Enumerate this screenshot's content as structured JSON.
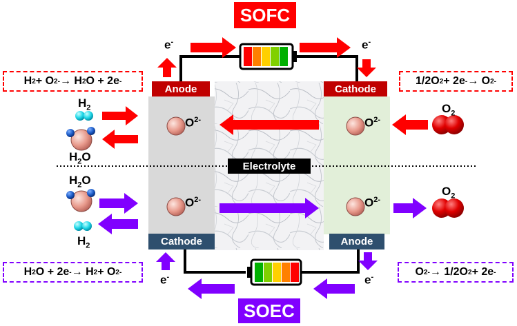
{
  "top": {
    "mode_title": "SOFC",
    "anode_label": "Anode",
    "cathode_label": "Cathode",
    "left_electron": "e",
    "right_electron": "e",
    "eq_left": {
      "a": "H",
      "b": "2",
      "c": " + O",
      "d": "2-",
      "e": " → H",
      "f": "2",
      "g": "O + 2e",
      "h": "-"
    },
    "eq_right": {
      "a": "1/2O",
      "b": "2",
      "c": " + 2e",
      "d": "-",
      "e": " → O",
      "f": "2-"
    },
    "mol_h2": "H",
    "mol_h2_sub": "2",
    "mol_h2o": "H",
    "mol_h2o_sub": "2",
    "mol_h2o_end": "O",
    "mol_o2": "O",
    "mol_o2_sub": "2"
  },
  "middle": {
    "electrolyte_label": "Electrolyte",
    "ion_main": "O",
    "ion_charge": "2-"
  },
  "bottom": {
    "mode_title": "SOEC",
    "cathode_label": "Cathode",
    "anode_label": "Anode",
    "left_electron": "e",
    "right_electron": "e",
    "eq_left": {
      "a": "H",
      "b": "2",
      "c": "O + 2e",
      "d": "-",
      "e": " → H",
      "f": "2",
      "g": " + O",
      "h": "2-"
    },
    "eq_right": {
      "a": "O",
      "b": "2-",
      "c": " → 1/2O",
      "d": "2",
      "e": " + 2e",
      "f": "-"
    },
    "mol_h2o": "H",
    "mol_h2o_sub": "2",
    "mol_h2o_end": "O",
    "mol_h2": "H",
    "mol_h2_sub": "2",
    "mol_o2": "O",
    "mol_o2_sub": "2"
  },
  "colors": {
    "sofc": "#ff0000",
    "soec": "#8000ff",
    "anode_top": "#c00000",
    "cathode_bottom": "#2e4f6e",
    "fuel_region": "#d9d9d9",
    "air_region": "#e2efd9"
  }
}
